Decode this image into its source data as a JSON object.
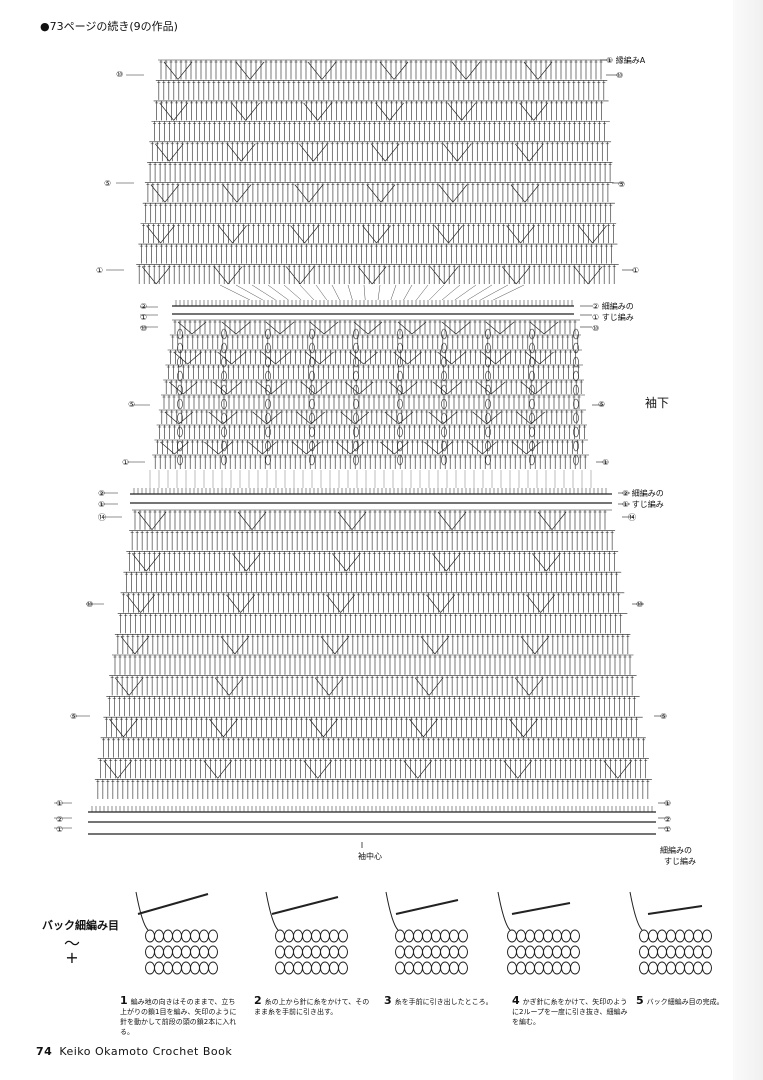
{
  "page_header": "●73ページの続き(9の作品)",
  "chart": {
    "right_labels": [
      "① 縁編みA",
      "⑩",
      "⑤",
      "①",
      "② 細編みの",
      "① すじ編み",
      "⑩",
      "⑤",
      "①",
      "② 細編みの",
      "① すじ編み",
      "⑭",
      "⑩",
      "⑤",
      "①",
      "②",
      "①"
    ],
    "left_labels": [
      "⑩",
      "⑤",
      "①",
      "②",
      "①",
      "⑩",
      "⑤",
      "①",
      "②",
      "①",
      "⑭",
      "⑩",
      "⑤",
      "①",
      "②",
      "①"
    ],
    "side_label": "袖下",
    "center_label": "袖中心",
    "bottom_right_label_1": "細編みの",
    "bottom_right_label_2": "すじ編み"
  },
  "technique": {
    "title": "バック細編み目",
    "symbol_top": "〜",
    "symbol_bottom": "+",
    "steps": [
      {
        "num": "1",
        "text": "編み地の向きはそのままで、立ち上がりの鎖1目を編み、矢印のように針を動かして前段の頭の鎖2本に入れる。"
      },
      {
        "num": "2",
        "text": "糸の上から針に糸をかけて、そのまま糸を手前に引き出す。"
      },
      {
        "num": "3",
        "text": "糸を手前に引き出したところ。"
      },
      {
        "num": "4",
        "text": "かぎ針に糸をかけて、矢印のように2ループを一度に引き抜き、細編みを編む。"
      },
      {
        "num": "5",
        "text": "バック細編み目の完成。"
      }
    ]
  },
  "footer": {
    "page_number": "74",
    "book_title": "Keiko Okamoto Crochet Book"
  }
}
